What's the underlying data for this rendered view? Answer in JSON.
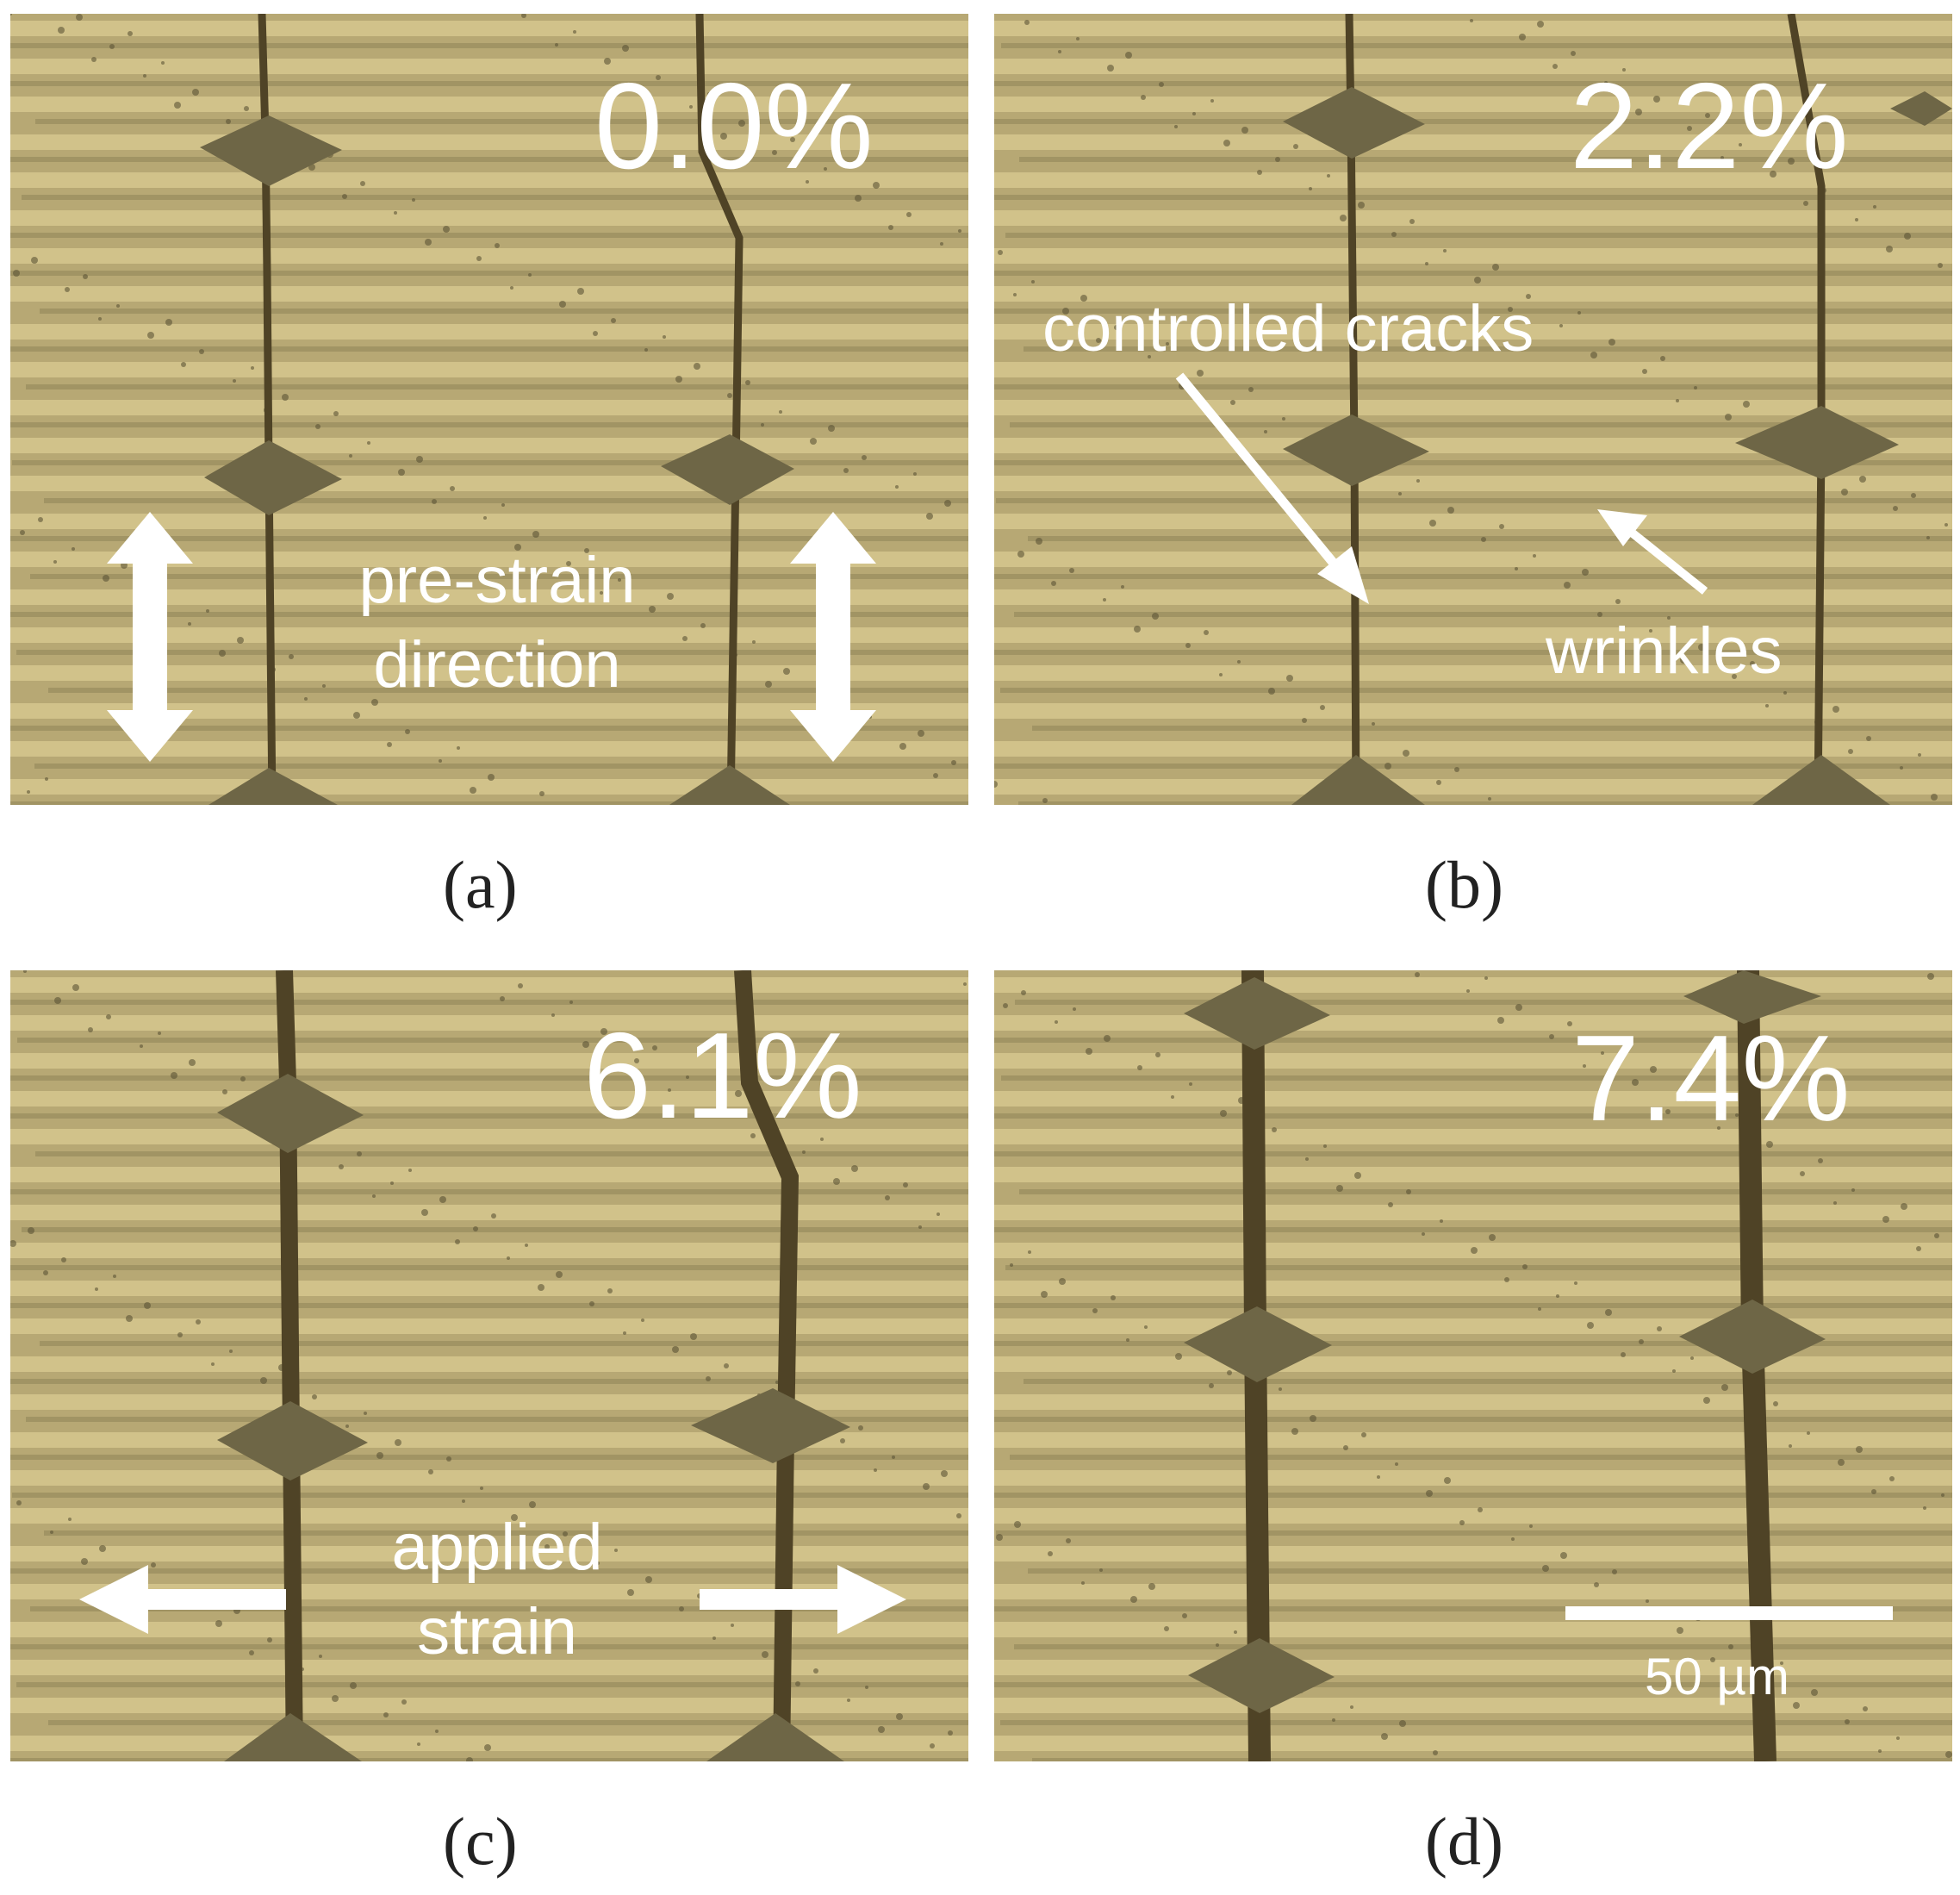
{
  "colors": {
    "substrate": "#b7a874",
    "wrinkle_light": "#d9cb92",
    "wrinkle_dark": "#8f8357",
    "crack": "#4f4326",
    "node": "#6e6646",
    "annotation": "#ffffff",
    "caption": "#222222"
  },
  "panels": [
    {
      "id": "a",
      "caption": "(a)",
      "strain_label": "0.0%",
      "annotation_lines": [
        "pre-strain",
        "direction"
      ]
    },
    {
      "id": "b",
      "caption": "(b)",
      "strain_label": "2.2%",
      "annotation_crack": "controlled cracks",
      "annotation_wrinkle": "wrinkles"
    },
    {
      "id": "c",
      "caption": "(c)",
      "strain_label": "6.1%",
      "annotation_lines": [
        "applied",
        "strain"
      ]
    },
    {
      "id": "d",
      "caption": "(d)",
      "strain_label": "7.4%",
      "scale_bar_label": "50 µm"
    }
  ]
}
